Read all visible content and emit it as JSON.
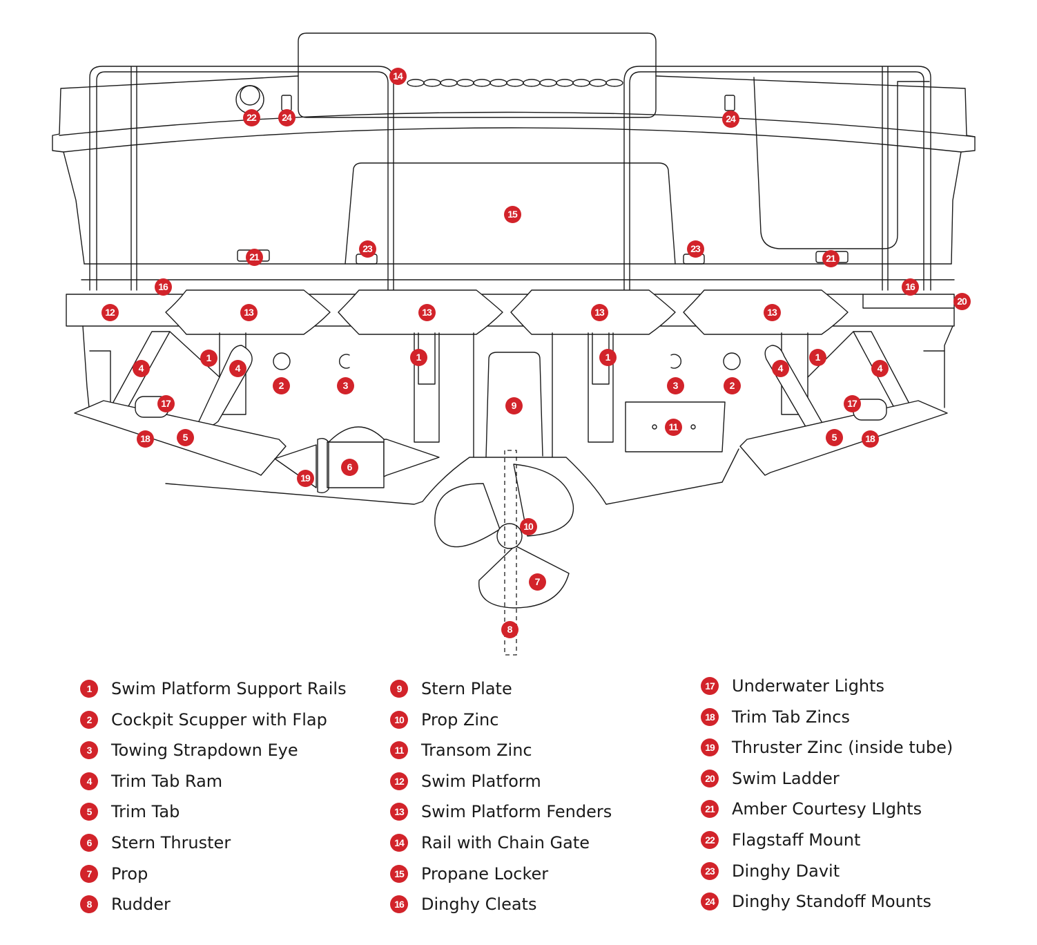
{
  "accent_color": "#d2232a",
  "callouts": [
    "1",
    "1",
    "1",
    "1",
    "2",
    "2",
    "3",
    "3",
    "4",
    "4",
    "4",
    "4",
    "5",
    "5",
    "6",
    "7",
    "8",
    "9",
    "10",
    "11",
    "12",
    "13",
    "13",
    "13",
    "13",
    "14",
    "15",
    "16",
    "16",
    "17",
    "17",
    "18",
    "18",
    "19",
    "20",
    "21",
    "21",
    "22",
    "23",
    "23",
    "24",
    "24"
  ],
  "legend": {
    "columns": [
      [
        {
          "num": "1",
          "label": "Swim Platform Support Rails"
        },
        {
          "num": "2",
          "label": "Cockpit Scupper with Flap"
        },
        {
          "num": "3",
          "label": "Towing Strapdown Eye"
        },
        {
          "num": "4",
          "label": "Trim Tab Ram"
        },
        {
          "num": "5",
          "label": "Trim Tab"
        },
        {
          "num": "6",
          "label": "Stern Thruster"
        },
        {
          "num": "7",
          "label": "Prop"
        },
        {
          "num": "8",
          "label": "Rudder"
        }
      ],
      [
        {
          "num": "9",
          "label": "Stern Plate"
        },
        {
          "num": "10",
          "label": "Prop Zinc"
        },
        {
          "num": "11",
          "label": "Transom Zinc"
        },
        {
          "num": "12",
          "label": "Swim Platform"
        },
        {
          "num": "13",
          "label": "Swim Platform Fenders"
        },
        {
          "num": "14",
          "label": "Rail with Chain Gate"
        },
        {
          "num": "15",
          "label": "Propane Locker"
        },
        {
          "num": "16",
          "label": "Dinghy Cleats"
        }
      ],
      [
        {
          "num": "17",
          "label": "Underwater Lights"
        },
        {
          "num": "18",
          "label": "Trim Tab Zincs"
        },
        {
          "num": "19",
          "label": "Thruster Zinc (inside tube)"
        },
        {
          "num": "20",
          "label": "Swim Ladder"
        },
        {
          "num": "21",
          "label": "Amber Courtesy LIghts"
        },
        {
          "num": "22",
          "label": "Flagstaff Mount"
        },
        {
          "num": "23",
          "label": "Dinghy Davit"
        },
        {
          "num": "24",
          "label": "Dinghy Standoff Mounts"
        }
      ]
    ]
  }
}
